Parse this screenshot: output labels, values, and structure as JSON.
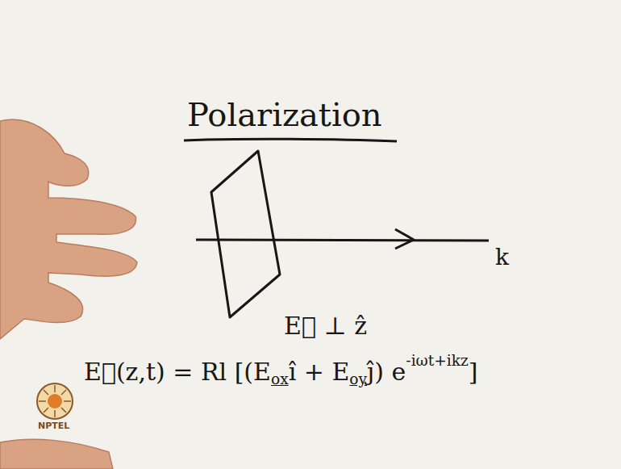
{
  "diagram": {
    "title": "Polarization",
    "labels": [
      "k",
      "E⃗ ⊥ ẑ",
      "E⃗(z,t) = Rl [(E",
      "ox",
      "î + E",
      "oy",
      "ĵ) e",
      "-iωt+ikz",
      "]",
      "NPTEL"
    ]
  }
}
